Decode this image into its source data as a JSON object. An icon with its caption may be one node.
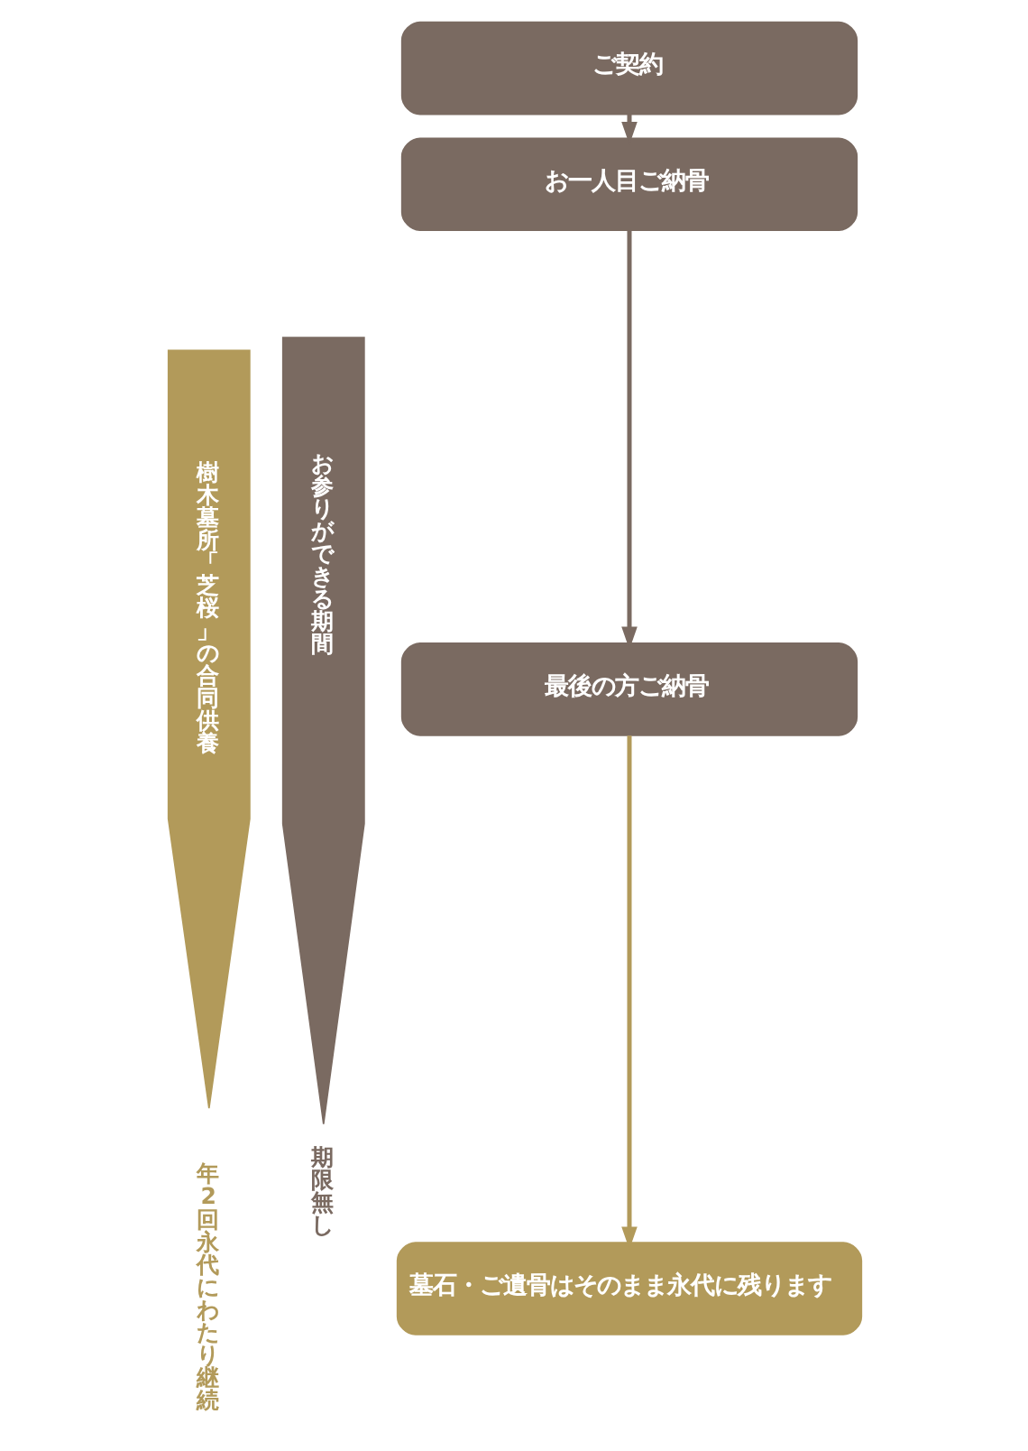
{
  "diagram": {
    "nodes": [
      {
        "text": [
          "ご契約"
        ]
      },
      {
        "text": [
          "お一人目ご納骨"
        ]
      },
      {
        "text": [
          "最後の方ご納骨"
        ]
      },
      {
        "text": [
          "墓石・ご遺骨はそのまま永代に残ります"
        ]
      },
      {
        "text": [
          "樹木墓所「芝桜」の合同供養"
        ],
        "beside": [
          "年2回永代にわたり継続"
        ]
      },
      {
        "text": [
          "お参りができる期間"
        ],
        "beside": [
          "期限無し"
        ]
      }
    ],
    "edges": [
      {
        "from": 0,
        "to": 1,
        "arrow": "to"
      },
      {
        "from": 1,
        "to": 2,
        "arrow": "to"
      },
      {
        "from": 2,
        "to": 3,
        "arrow": "to",
        "color": "#b29a5a"
      }
    ]
  }
}
